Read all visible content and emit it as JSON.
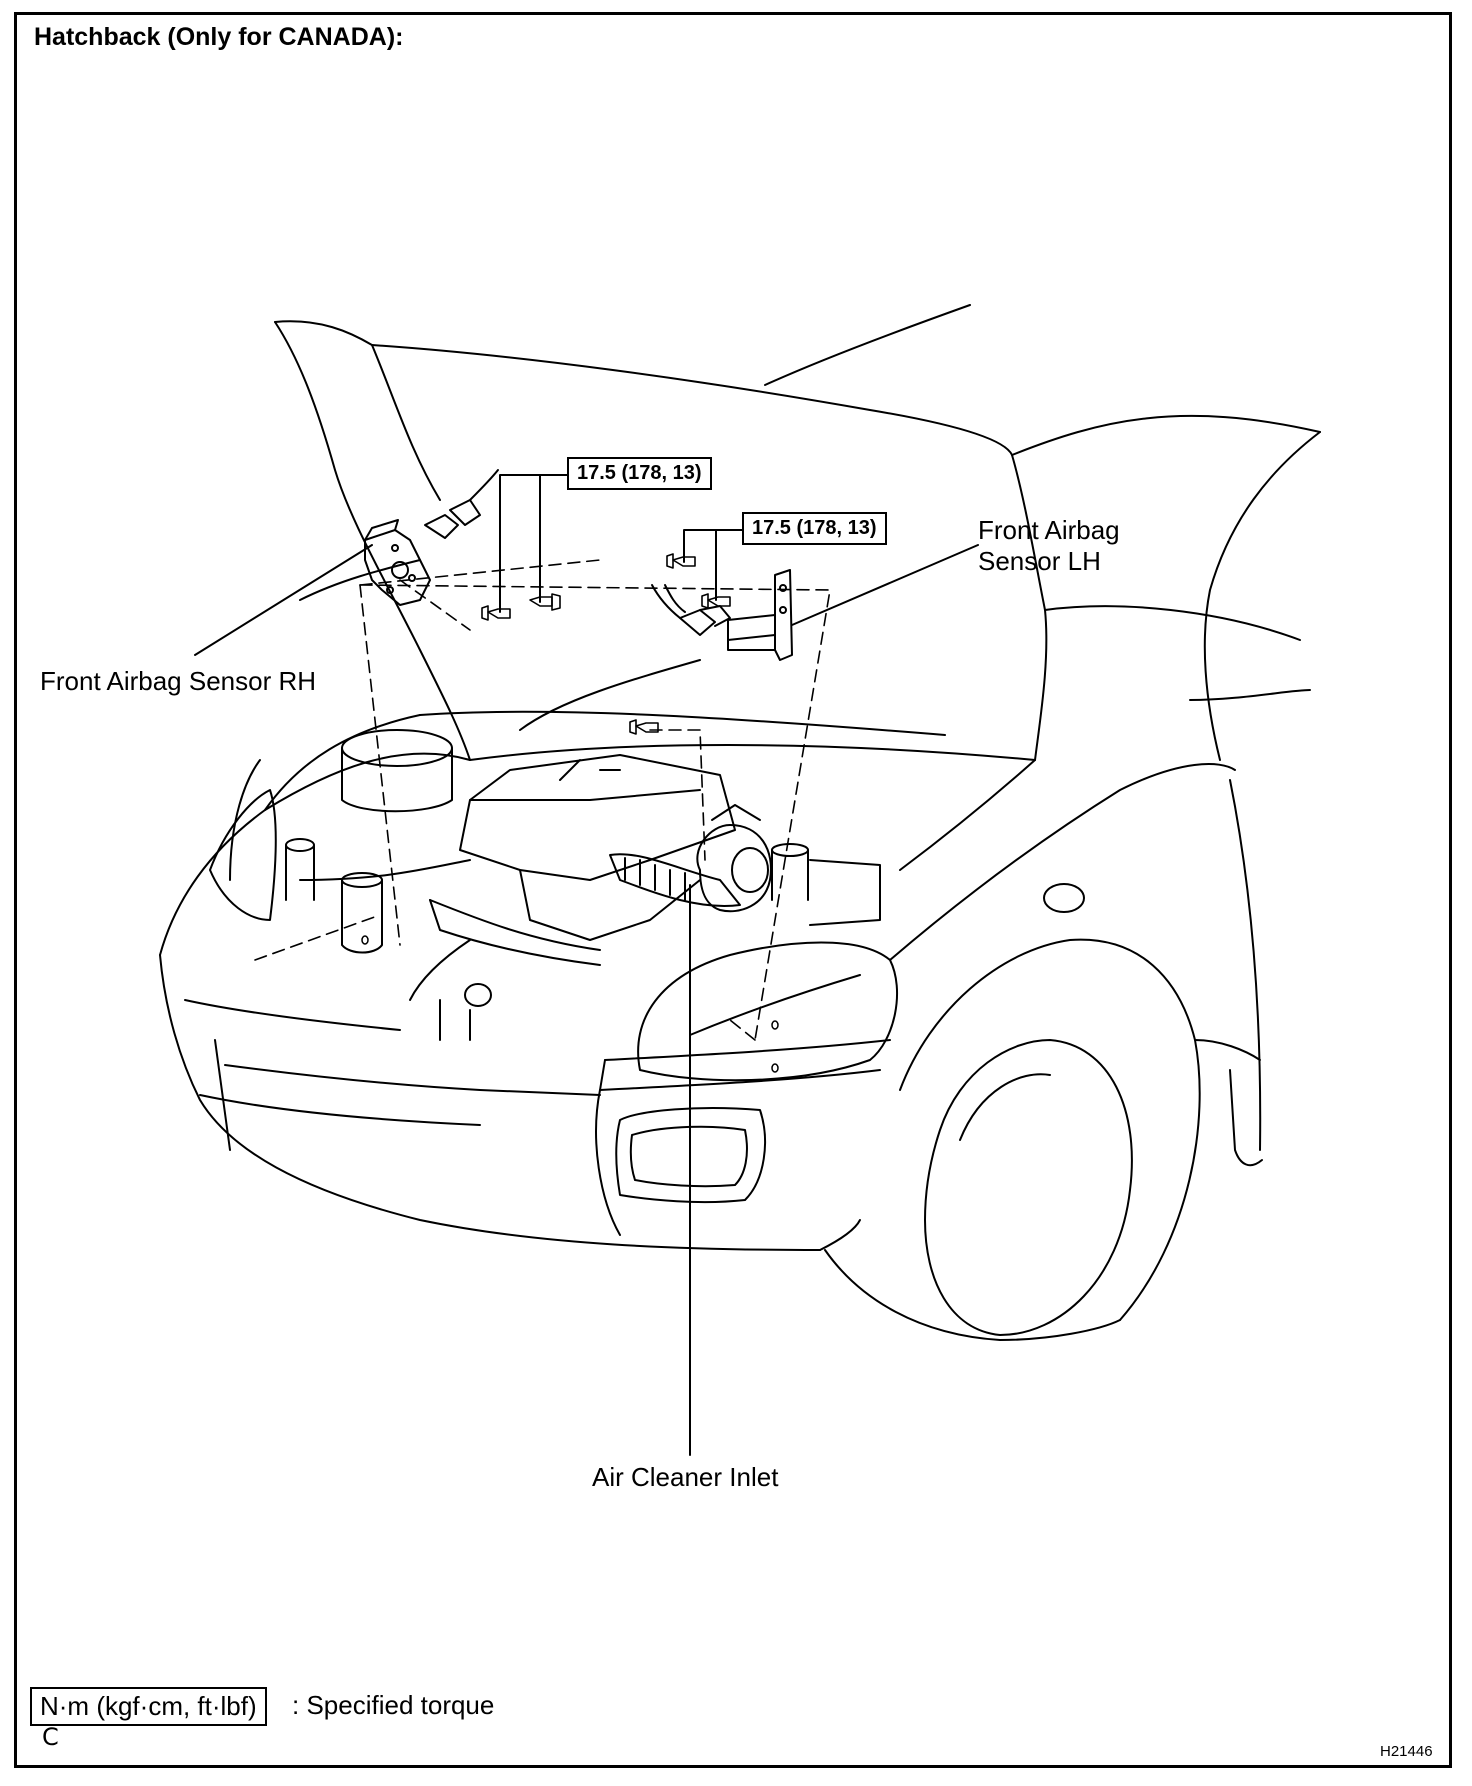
{
  "diagram": {
    "title": "Hatchback (Only for CANADA):",
    "labels": {
      "sensor_rh": "Front Airbag Sensor RH",
      "sensor_lh_line1": "Front Airbag",
      "sensor_lh_line2": "Sensor LH",
      "air_cleaner": "Air Cleaner Inlet"
    },
    "torque_callouts": [
      {
        "value": "17.5 (178, 13)"
      },
      {
        "value": "17.5 (178, 13)"
      }
    ],
    "legend": {
      "unit_box": "N·m (kgf·cm, ft·lbf)",
      "description": ": Specified torque"
    },
    "footer": {
      "code": "C",
      "figure_id": "H21446"
    }
  }
}
